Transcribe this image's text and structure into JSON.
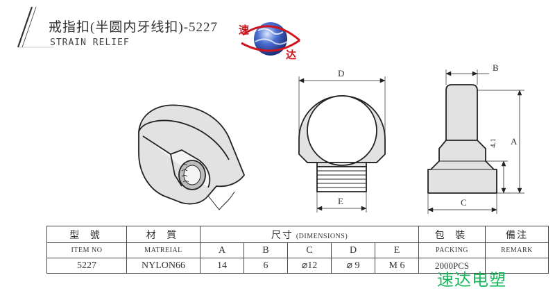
{
  "title": {
    "main": "戒指扣(半圆内牙线扣)-5227",
    "sub": "STRAIN RELIEF"
  },
  "logo": {
    "char_top": "速",
    "char_bottom": "达"
  },
  "dimension_labels": {
    "d": "D",
    "e": "E",
    "b": "B",
    "a": "A",
    "c": "C",
    "small": "4.1"
  },
  "table": {
    "headers": {
      "model_cn": "型 號",
      "model_en": "ITEM NO",
      "material_cn": "材 質",
      "material_en": "MATREIAL",
      "size_cn": "尺寸",
      "size_en": "(DIMENSIONS)",
      "packing_cn": "包 裝",
      "packing_en": "PACKING",
      "remark_cn": "備注",
      "remark_en": "REMARK"
    },
    "columns": [
      "A",
      "B",
      "C",
      "D",
      "E"
    ],
    "row": {
      "item_no": "5227",
      "material": "NYLON66",
      "a": "14",
      "b": "6",
      "c": "⌀12",
      "d": "⌀ 9",
      "e": "M 6",
      "packing": "2000PCS",
      "remark": ""
    }
  },
  "watermark": "速达电塑",
  "colors": {
    "logo_red": "#d0141c",
    "logo_blue": "#2a52be",
    "watermark_green": "#1ab65c",
    "part_fill": "#e2e2e2"
  }
}
